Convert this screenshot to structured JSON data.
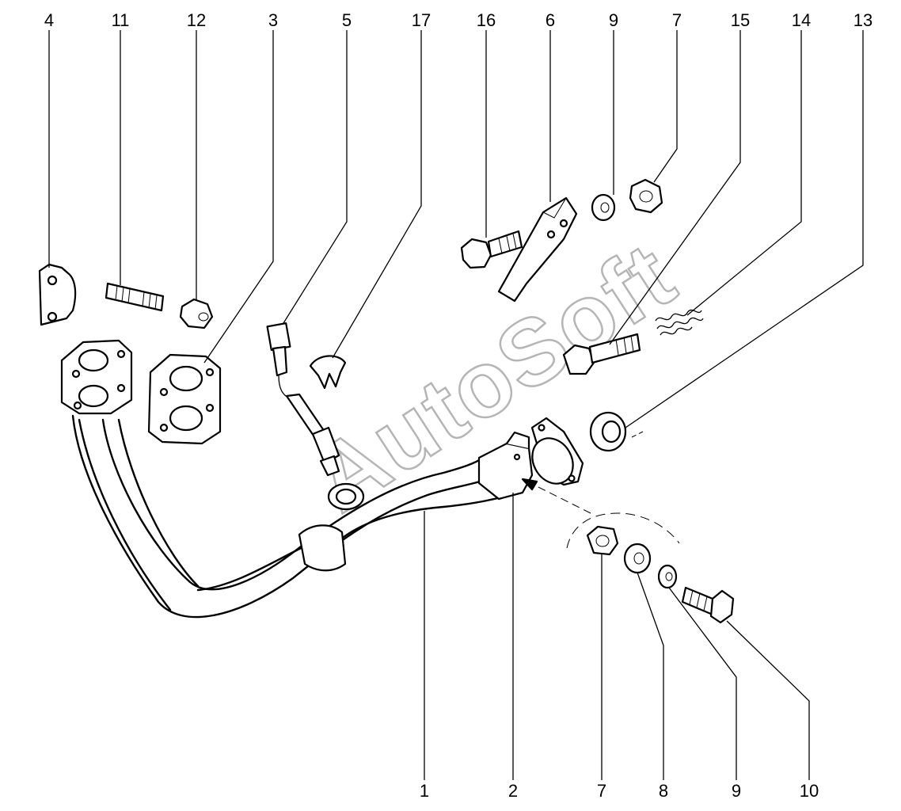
{
  "watermark": "AutoSoft",
  "labels_top": [
    "4",
    "11",
    "12",
    "3",
    "5",
    "17",
    "16",
    "6",
    "9",
    "7",
    "15",
    "14",
    "13"
  ],
  "labels_bottom": [
    "1",
    "2",
    "7",
    "8",
    "9",
    "10"
  ],
  "colors": {
    "ink": "#000000",
    "paper": "#ffffff",
    "watermark_outline": "#b5b5b5"
  }
}
